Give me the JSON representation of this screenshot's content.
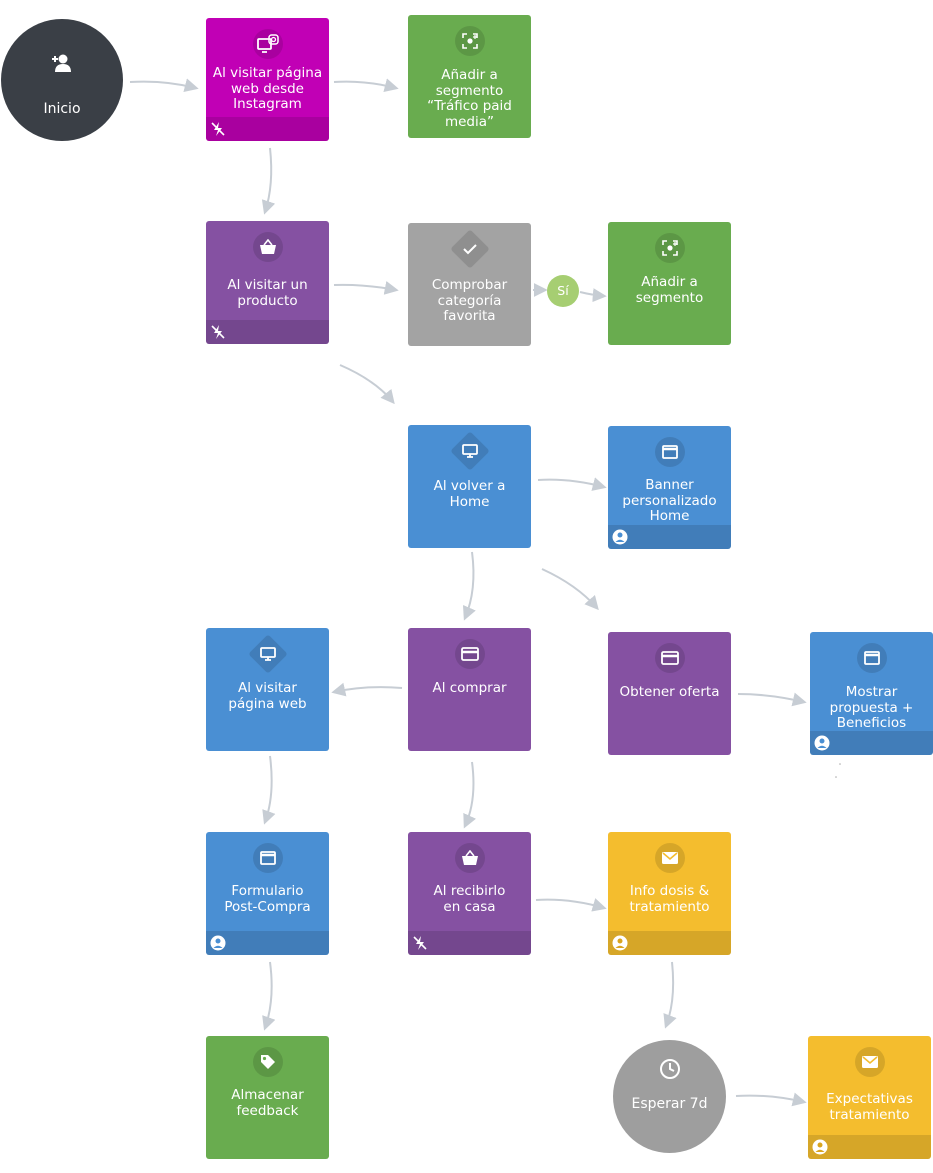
{
  "colors": {
    "magenta": "#c100b5",
    "green": "#69ac4f",
    "purple": "#8551a2",
    "gray_node": "#a3a3a3",
    "blue": "#4a8fd3",
    "yellow": "#f4bd2e",
    "start_circle": "#3a3f46",
    "wait_circle": "#9e9e9e",
    "yes_badge": "#a6ce72",
    "arrow": "#c7cdd4"
  },
  "start": {
    "label": "Inicio",
    "icon": "add-user-icon"
  },
  "nodes": [
    {
      "id": "instagram",
      "label": "Al visitar página\nweb desde\nInstagram",
      "icon": "instagram-monitor-icon",
      "footer_icon": "no-flash-icon",
      "color": "magenta"
    },
    {
      "id": "seg_traffic",
      "label": "Añadir a\nsegmento\n“Tráfico paid\nmedia”",
      "icon": "segment-add-icon",
      "color": "green"
    },
    {
      "id": "product",
      "label": "Al visitar un\nproducto",
      "icon": "basket-icon",
      "footer_icon": "no-flash-icon",
      "color": "purple"
    },
    {
      "id": "check_cat",
      "label": "Comprobar\ncategoría\nfavorita",
      "icon": "check-diamond-icon",
      "color": "gray_node"
    },
    {
      "id": "seg_add",
      "label": "Añadir a\nsegmento",
      "icon": "segment-add-icon",
      "color": "green"
    },
    {
      "id": "home",
      "label": "Al volver a\nHome",
      "icon": "monitor-icon",
      "color": "blue"
    },
    {
      "id": "banner",
      "label": "Banner\npersonalizado\nHome",
      "icon": "window-icon",
      "footer_icon": "user-icon",
      "color": "blue"
    },
    {
      "id": "visit_web",
      "label": "Al visitar\npágina web",
      "icon": "monitor-icon",
      "color": "blue"
    },
    {
      "id": "buy",
      "label": "Al comprar",
      "icon": "card-icon",
      "color": "purple"
    },
    {
      "id": "offer",
      "label": "Obtener oferta",
      "icon": "card-icon",
      "color": "purple"
    },
    {
      "id": "proposal",
      "label": "Mostrar\npropuesta +\nBeneficios",
      "icon": "window-icon",
      "footer_icon": "user-icon",
      "color": "blue"
    },
    {
      "id": "form",
      "label": "Formulario\nPost-Compra",
      "icon": "window-icon",
      "footer_icon": "user-icon",
      "color": "blue"
    },
    {
      "id": "received",
      "label": "Al recibirlo\nen casa",
      "icon": "basket-icon",
      "footer_icon": "no-flash-icon",
      "color": "purple"
    },
    {
      "id": "dosis",
      "label": "Info dosis  &\ntratamiento",
      "icon": "mail-icon",
      "footer_icon": "user-icon",
      "color": "yellow"
    },
    {
      "id": "feedback",
      "label": "Almacenar\nfeedback",
      "icon": "tag-icon",
      "color": "green"
    },
    {
      "id": "expect",
      "label": "Expectativas\ntratamiento",
      "icon": "mail-icon",
      "footer_icon": "user-icon",
      "color": "yellow"
    }
  ],
  "wait": {
    "label": "Esperar 7d",
    "icon": "clock-icon"
  },
  "yes_label": "Sí"
}
